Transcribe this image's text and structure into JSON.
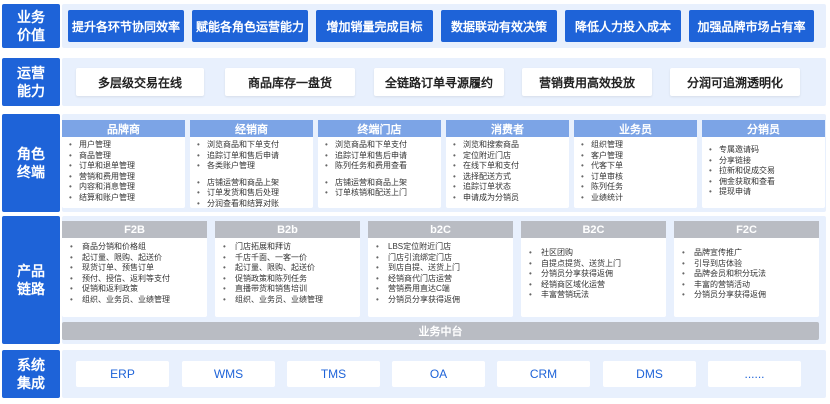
{
  "labels": {
    "value": "业务\n价值",
    "capability": "运营\n能力",
    "roles": "角色\n终端",
    "product": "产品\n链路",
    "system": "系统\n集成"
  },
  "values": [
    "提升各环节协同效率",
    "赋能各角色运营能力",
    "增加销量完成目标",
    "数据联动有效决策",
    "降低人力投入成本",
    "加强品牌市场占有率"
  ],
  "capabilities": [
    "多层级交易在线",
    "商品库存一盘货",
    "全链路订单寻源履约",
    "营销费用高效投放",
    "分润可追溯透明化"
  ],
  "roles": [
    {
      "title": "品牌商",
      "items": [
        "用户管理",
        "商品管理",
        "订单和退单管理",
        "营销和费用管理",
        "内容和消息管理",
        "结算和账户管理"
      ]
    },
    {
      "title": "经销商",
      "items": [
        "浏览商品和下单支付",
        "追踪订单和售后申请",
        "各类账户管理",
        "店铺运营和商品上架",
        "订单发货和售后处理",
        "分润查看和结算对账"
      ]
    },
    {
      "title": "终端门店",
      "items": [
        "浏览商品和下单支付",
        "追踪订单和售后申请",
        "陈列任务和费用查看",
        "店铺运营和商品上架",
        "订单核销和配送上门"
      ]
    },
    {
      "title": "消费者",
      "items": [
        "浏览和搜索商品",
        "定位附近门店",
        "在线下单和支付",
        "选择配送方式",
        "追踪订单状态",
        "申请成为分销员"
      ]
    },
    {
      "title": "业务员",
      "items": [
        "组织管理",
        "客户管理",
        "代客下单",
        "订单审核",
        "陈列任务",
        "业绩统计"
      ]
    },
    {
      "title": "分销员",
      "items": [
        "专属邀请码",
        "分享链接",
        "拉新和促成交易",
        "佣金获取和查看",
        "提现申请"
      ]
    }
  ],
  "products": [
    {
      "title": "F2B",
      "items": [
        "商品分销和价格组",
        "起订量、限购、起送价",
        "现货订单、预售订单",
        "预付、授信、返利等支付",
        "促销和返利政策",
        "组织、业务员、业绩管理"
      ]
    },
    {
      "title": "B2b",
      "items": [
        "门店拓展和拜访",
        "千店千面、一客一价",
        "起订量、限购、起送价",
        "促销政策和陈列任务",
        "直播带货和销售培训",
        "组织、业务员、业绩管理"
      ]
    },
    {
      "title": "b2C",
      "items": [
        "LBS定位附近门店",
        "门店引流绑定门店",
        "到店自提、送货上门",
        "经销商代门店运营",
        "营销费用直达C端",
        "分销员分享获得返佣"
      ]
    },
    {
      "title": "B2C",
      "items": [
        "社区团购",
        "自提点提货、送货上门",
        "分销员分享获得返佣",
        "经销商区域化运营",
        "丰富营销玩法"
      ]
    },
    {
      "title": "F2C",
      "items": [
        "品牌宣传推广",
        "引导到店体验",
        "品牌会员和积分玩法",
        "丰富的营销活动",
        "分销员分享获得返佣"
      ]
    }
  ],
  "middle_platform": "业务中台",
  "systems": [
    "ERP",
    "WMS",
    "TMS",
    "OA",
    "CRM",
    "DMS",
    "......"
  ]
}
